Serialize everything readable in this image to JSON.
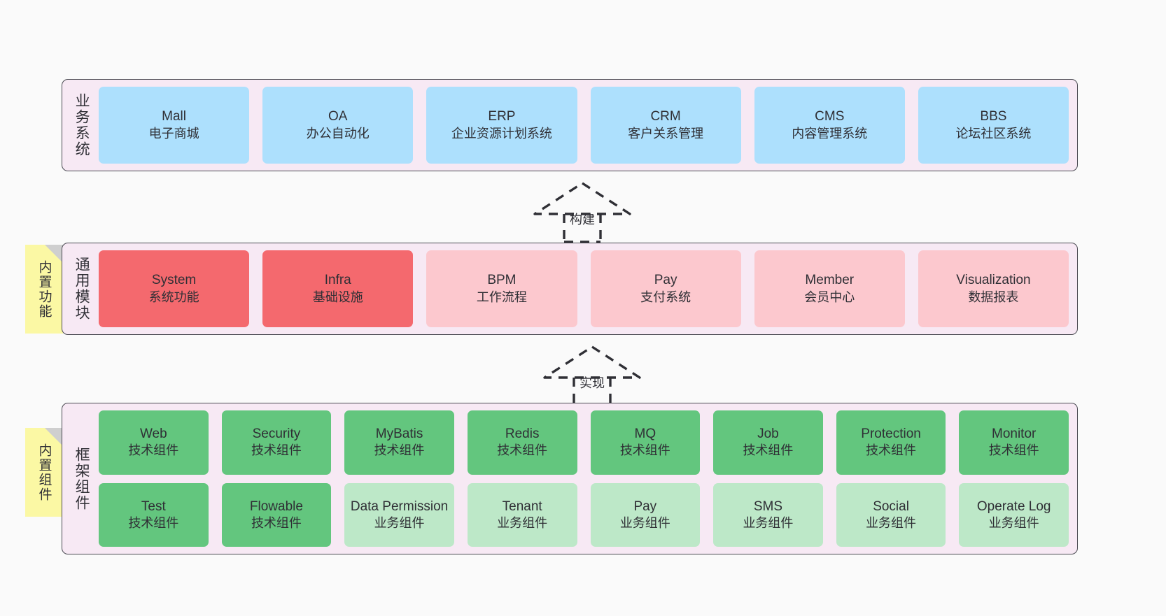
{
  "diagram": {
    "background_color": "#fafafa",
    "panel_color": "#f7e9f4",
    "panel_border_color": "#4a4a52",
    "sticky_color": "#fbf8a4"
  },
  "layers": [
    {
      "key": "business",
      "title": "业务系统",
      "rows": [
        {
          "nodes": [
            {
              "title": "Mall",
              "sub": "电子商城",
              "color": "#ade0fd",
              "style": "blue"
            },
            {
              "title": "OA",
              "sub": "办公自动化",
              "color": "#ade0fd",
              "style": "blue"
            },
            {
              "title": "ERP",
              "sub": "企业资源计划系统",
              "color": "#ade0fd",
              "style": "blue"
            },
            {
              "title": "CRM",
              "sub": "客户关系管理",
              "color": "#ade0fd",
              "style": "blue"
            },
            {
              "title": "CMS",
              "sub": "内容管理系统",
              "color": "#ade0fd",
              "style": "blue"
            },
            {
              "title": "BBS",
              "sub": "论坛社区系统",
              "color": "#ade0fd",
              "style": "blue"
            }
          ]
        }
      ]
    },
    {
      "key": "modules",
      "title": "通用模块",
      "sticky": "内置功能",
      "rows": [
        {
          "nodes": [
            {
              "title": "System",
              "sub": "系统功能",
              "color": "#f4696e",
              "style": "red"
            },
            {
              "title": "Infra",
              "sub": "基础设施",
              "color": "#f4696e",
              "style": "red"
            },
            {
              "title": "BPM",
              "sub": "工作流程",
              "color": "#fcc8ce",
              "style": "pink"
            },
            {
              "title": "Pay",
              "sub": "支付系统",
              "color": "#fcc8ce",
              "style": "pink"
            },
            {
              "title": "Member",
              "sub": "会员中心",
              "color": "#fcc8ce",
              "style": "pink"
            },
            {
              "title": "Visualization",
              "sub": "数据报表",
              "color": "#fcc8ce",
              "style": "pink"
            }
          ]
        }
      ]
    },
    {
      "key": "framework",
      "title": "框架组件",
      "sticky": "内置组件",
      "rows": [
        {
          "nodes": [
            {
              "title": "Web",
              "sub": "技术组件",
              "color": "#63c67e",
              "style": "green"
            },
            {
              "title": "Security",
              "sub": "技术组件",
              "color": "#63c67e",
              "style": "green"
            },
            {
              "title": "MyBatis",
              "sub": "技术组件",
              "color": "#63c67e",
              "style": "green"
            },
            {
              "title": "Redis",
              "sub": "技术组件",
              "color": "#63c67e",
              "style": "green"
            },
            {
              "title": "MQ",
              "sub": "技术组件",
              "color": "#63c67e",
              "style": "green"
            },
            {
              "title": "Job",
              "sub": "技术组件",
              "color": "#63c67e",
              "style": "green"
            },
            {
              "title": "Protection",
              "sub": "技术组件",
              "color": "#63c67e",
              "style": "green"
            },
            {
              "title": "Monitor",
              "sub": "技术组件",
              "color": "#63c67e",
              "style": "green"
            }
          ]
        },
        {
          "nodes": [
            {
              "title": "Test",
              "sub": "技术组件",
              "color": "#63c67e",
              "style": "green"
            },
            {
              "title": "Flowable",
              "sub": "技术组件",
              "color": "#63c67e",
              "style": "green"
            },
            {
              "title": "Data Permission",
              "sub": "业务组件",
              "color": "#bde8c8",
              "style": "green-light"
            },
            {
              "title": "Tenant",
              "sub": "业务组件",
              "color": "#bde8c8",
              "style": "green-light"
            },
            {
              "title": "Pay",
              "sub": "业务组件",
              "color": "#bde8c8",
              "style": "green-light"
            },
            {
              "title": "SMS",
              "sub": "业务组件",
              "color": "#bde8c8",
              "style": "green-light"
            },
            {
              "title": "Social",
              "sub": "业务组件",
              "color": "#bde8c8",
              "style": "green-light"
            },
            {
              "title": "Operate Log",
              "sub": "业务组件",
              "color": "#bde8c8",
              "style": "green-light"
            }
          ]
        }
      ]
    }
  ],
  "connectors": [
    {
      "key": "build",
      "label": "构建",
      "from": "modules",
      "to": "business",
      "style": "dashed-generalization"
    },
    {
      "key": "implement",
      "label": "实现",
      "from": "framework",
      "to": "modules",
      "style": "dashed-generalization"
    }
  ]
}
